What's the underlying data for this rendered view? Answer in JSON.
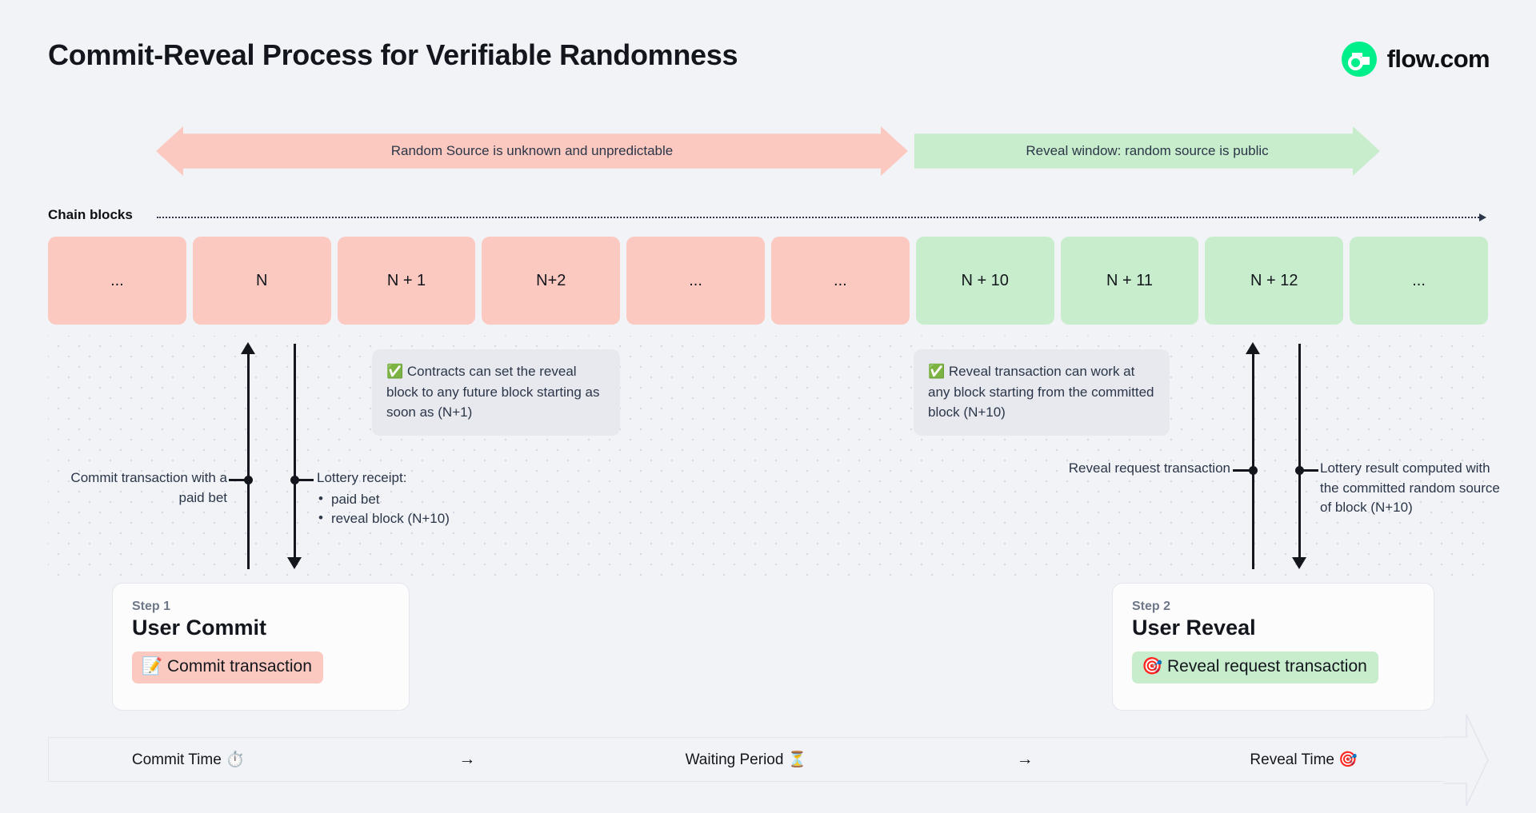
{
  "header": {
    "title": "Commit-Reveal Process for Verifiable Randomness",
    "brand_name": "flow.com",
    "brand_color": "#00ef8b"
  },
  "phases": [
    {
      "label": "Random Source is unknown and unpredictable",
      "color": "#fcc9c1",
      "direction": "both"
    },
    {
      "label": "Reveal window: random source is public",
      "color": "#c8edcd",
      "direction": "right"
    }
  ],
  "chain": {
    "label": "Chain blocks",
    "blocks": [
      {
        "label": "...",
        "state": "red"
      },
      {
        "label": "N",
        "state": "red"
      },
      {
        "label": "N + 1",
        "state": "red"
      },
      {
        "label": "N+2",
        "state": "red"
      },
      {
        "label": "...",
        "state": "red"
      },
      {
        "label": "...",
        "state": "red"
      },
      {
        "label": "N + 10",
        "state": "green"
      },
      {
        "label": "N + 11",
        "state": "green"
      },
      {
        "label": "N + 12",
        "state": "green"
      },
      {
        "label": "...",
        "state": "green"
      }
    ]
  },
  "callouts": [
    {
      "icon": "✅",
      "text": "Contracts can set the reveal block to any future block starting as soon as (N+1)"
    },
    {
      "icon": "✅",
      "text": "Reveal transaction can work at any block starting from the committed block (N+10)"
    }
  ],
  "annotations": {
    "commit": "Commit transaction with a paid bet",
    "receipt_title": "Lottery receipt:",
    "receipt_items": [
      "paid bet",
      "reveal block (N+10)"
    ],
    "reveal_request": "Reveal request transaction",
    "lottery_result": "Lottery result computed with the committed random source of block (N+10)"
  },
  "steps": [
    {
      "step": "Step 1",
      "title": "User Commit",
      "chip_icon": "📝",
      "chip_label": "Commit transaction",
      "chip_color": "#fcc9c1"
    },
    {
      "step": "Step 2",
      "title": "User Reveal",
      "chip_icon": "🎯",
      "chip_label": "Reveal request transaction",
      "chip_color": "#c8edcd"
    }
  ],
  "timeline": {
    "commit": "Commit Time ⏱️",
    "arrow1": "→",
    "waiting": "Waiting Period ⏳",
    "arrow2": "→",
    "reveal": "Reveal Time 🎯"
  }
}
